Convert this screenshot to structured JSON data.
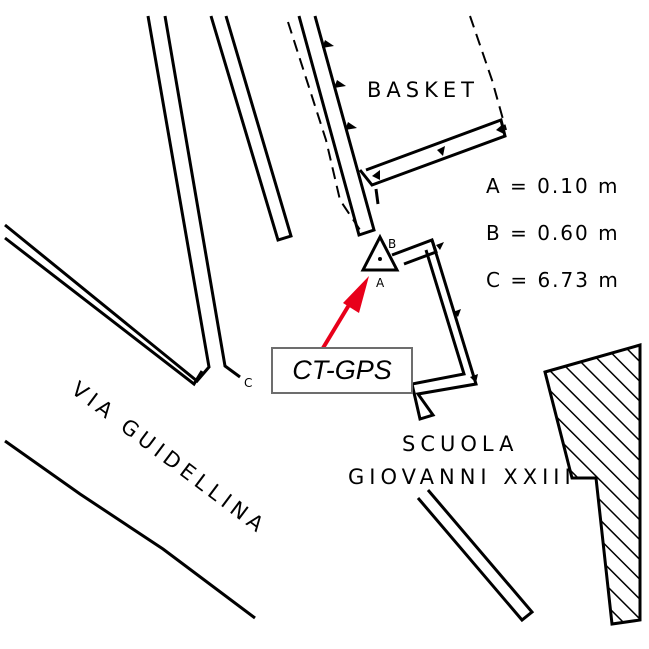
{
  "labels": {
    "basket": "BASKET",
    "street": "VIA GUIDELLINA",
    "school_line1": "SCUOLA",
    "school_line2": "GIOVANNI XXIII",
    "station": "CT-GPS",
    "point_a": "A",
    "point_b": "B",
    "point_c": "C"
  },
  "legend": [
    {
      "key": "A",
      "text": "A = 0.10 m"
    },
    {
      "key": "B",
      "text": "B = 0.60 m"
    },
    {
      "key": "C",
      "text": "C = 6.73 m"
    }
  ],
  "colors": {
    "arrow": "#e8001a",
    "lines": "#000000",
    "tag_border": "#6d6d6d"
  }
}
